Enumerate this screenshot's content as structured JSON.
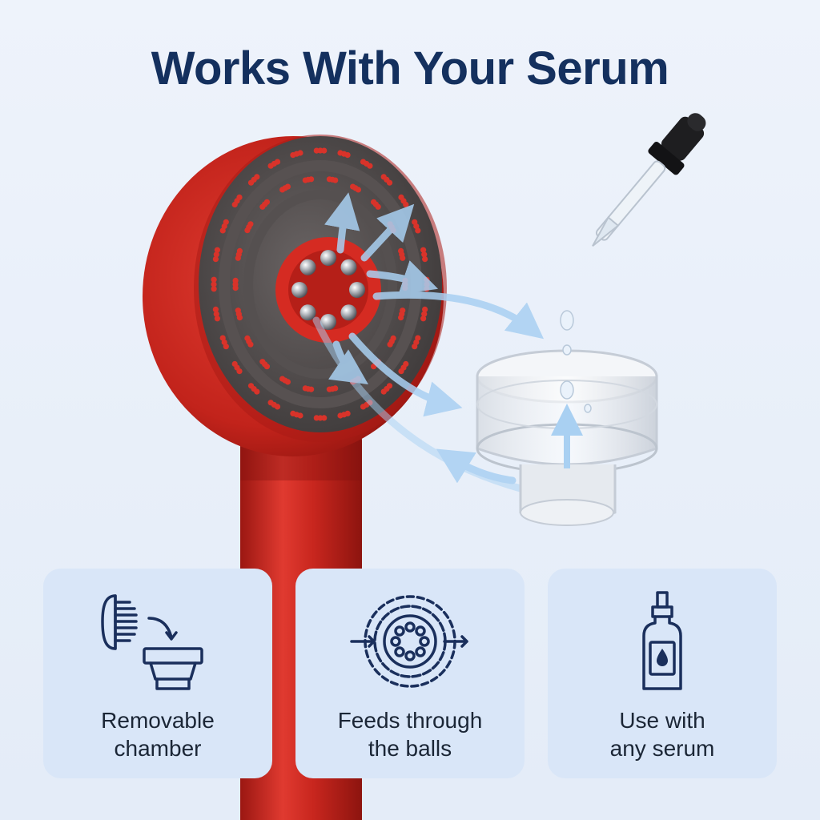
{
  "headline": "Works With Your Serum",
  "colors": {
    "headline": "#14305e",
    "accent_red": "#c8261e",
    "card_bg": "#d9e6f8",
    "icon_stroke": "#1a2f5c"
  },
  "product": {
    "name_icons": [
      "massager-head-icon",
      "serum-dropper-icon",
      "serum-chamber-icon",
      "flow-arrows-icon"
    ]
  },
  "features": [
    {
      "icon": "removable-chamber-icon",
      "line1": "Removable",
      "line2": "chamber"
    },
    {
      "icon": "ball-flow-icon",
      "line1": "Feeds through",
      "line2": "the balls"
    },
    {
      "icon": "serum-bottle-icon",
      "line1": "Use with",
      "line2": "any serum"
    }
  ]
}
